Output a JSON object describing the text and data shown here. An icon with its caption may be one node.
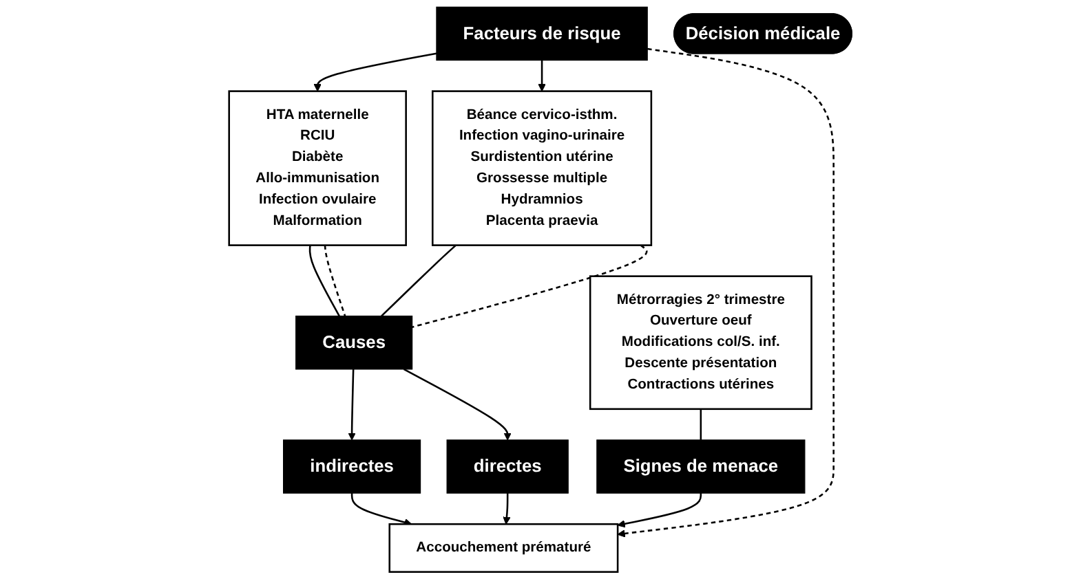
{
  "diagram": {
    "nodes": [
      {
        "text": [
          "Facteurs de risque"
        ]
      },
      {
        "text": [
          "HTA maternelle",
          "RCIU",
          "Diabète",
          "Allo-immunisation",
          "Infection ovulaire",
          "Malformation"
        ]
      },
      {
        "text": [
          "Béance cervico-isthm.",
          "Infection vagino-urinaire",
          "Surdistention utérine",
          "Grossesse multiple",
          "Hydramnios",
          "Placenta praevia"
        ]
      },
      {
        "text": [
          "Décision médicale"
        ]
      },
      {
        "text": [
          "Causes"
        ]
      },
      {
        "text": [
          "indirectes"
        ]
      },
      {
        "text": [
          "directes"
        ]
      },
      {
        "text": [
          "Métrorragies 2° trimestre",
          "Ouverture oeuf",
          "Modifications col/S. inf.",
          "Descente présentation",
          "Contractions utérines"
        ]
      },
      {
        "text": [
          "Signes de menace"
        ]
      },
      {
        "text": [
          "Accouchement prématuré"
        ]
      }
    ],
    "edges": [
      {
        "from": 0,
        "to": 1,
        "arrow": "to"
      },
      {
        "from": 0,
        "to": 2,
        "arrow": "to"
      },
      {
        "from": 0,
        "to": 9,
        "arrow": "to",
        "style": "dashed"
      },
      {
        "from": 1,
        "to": 4,
        "arrow": "none"
      },
      {
        "from": 2,
        "to": 4,
        "arrow": "none"
      },
      {
        "from": 1,
        "to": 4,
        "arrow": "none",
        "style": "dashed"
      },
      {
        "from": 2,
        "to": 4,
        "arrow": "none",
        "style": "dashed"
      },
      {
        "from": 4,
        "to": 5,
        "arrow": "to"
      },
      {
        "from": 4,
        "to": 6,
        "arrow": "to"
      },
      {
        "from": 5,
        "to": 9,
        "arrow": "to"
      },
      {
        "from": 6,
        "to": 9,
        "arrow": "to"
      },
      {
        "from": 7,
        "to": 8,
        "arrow": "none"
      },
      {
        "from": 8,
        "to": 9,
        "arrow": "to"
      }
    ]
  }
}
